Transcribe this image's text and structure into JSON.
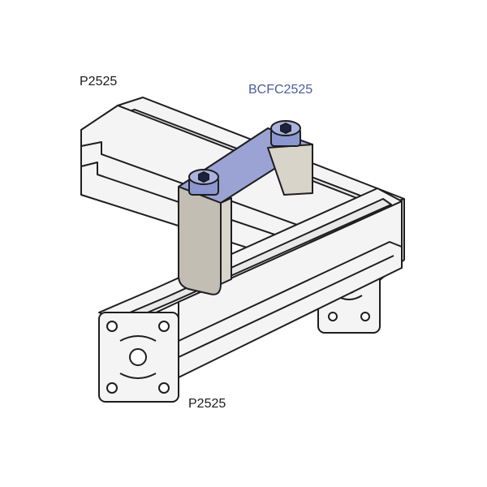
{
  "labels": {
    "top_profile": "P2525",
    "bracket": "BCFC2525",
    "bottom_profile": "P2525"
  },
  "colors": {
    "profile_fill": "#f4f4f4",
    "profile_shade": "#e2e2e2",
    "outline": "#1e1e1e",
    "bracket_face": "#c2beb3",
    "bracket_side": "#d8d4ca",
    "bracket_top": "#9aa3d4",
    "screw_head": "#8c97d0",
    "screw_socket": "#1a2142",
    "bracket_label": "#4a5d9c"
  },
  "icons": {
    "screw": "hex-socket-screw-icon",
    "profile": "aluminium-extrusion-profile-icon",
    "bracket": "connector-bracket-icon"
  }
}
